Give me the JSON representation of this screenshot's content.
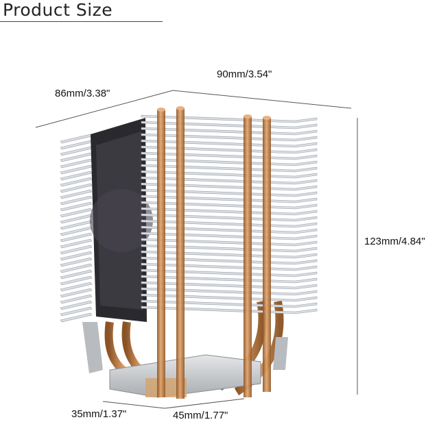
{
  "header": {
    "title": "Product Size"
  },
  "dimensions": {
    "depth": "86mm/3.38\"",
    "width": "90mm/3.54\"",
    "height": "123mm/4.84\"",
    "base_left": "35mm/1.37\"",
    "base_right": "45mm/1.77\""
  },
  "colors": {
    "fin": "#d9dde2",
    "fin_edge": "#9aa0a8",
    "copper": "#c98a52",
    "fan": "#2a2a2e",
    "base": "#c7c9cc",
    "dim_line": "#555555"
  }
}
